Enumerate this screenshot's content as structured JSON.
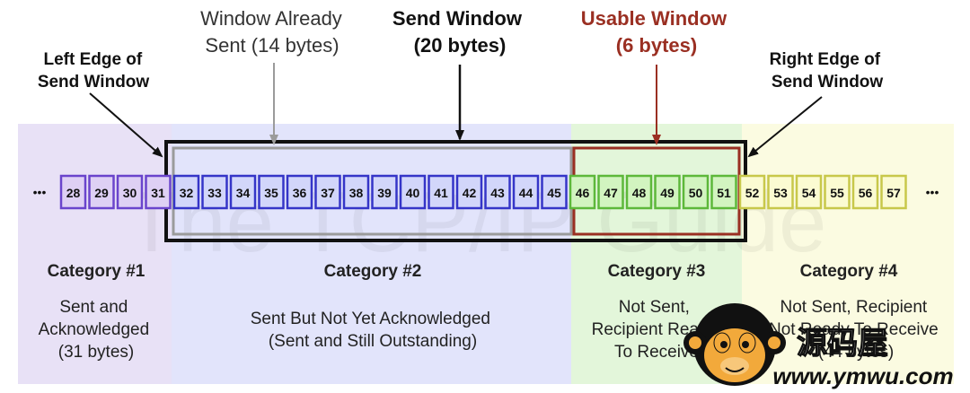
{
  "top_labels": {
    "left_edge": [
      "Left Edge of",
      "Send Window"
    ],
    "already_sent": [
      "Window Already",
      "Sent (14 bytes)"
    ],
    "send_window": [
      "Send Window",
      "(20 bytes)"
    ],
    "usable_window": [
      "Usable Window",
      "(6 bytes)"
    ],
    "right_edge": [
      "Right Edge of",
      "Send Window"
    ]
  },
  "ellipsis_left": "•••",
  "ellipsis_right": "•••",
  "bytes": [
    {
      "n": "28",
      "cat": 1
    },
    {
      "n": "29",
      "cat": 1
    },
    {
      "n": "30",
      "cat": 1
    },
    {
      "n": "31",
      "cat": 1
    },
    {
      "n": "32",
      "cat": 2
    },
    {
      "n": "33",
      "cat": 2
    },
    {
      "n": "34",
      "cat": 2
    },
    {
      "n": "35",
      "cat": 2
    },
    {
      "n": "36",
      "cat": 2
    },
    {
      "n": "37",
      "cat": 2
    },
    {
      "n": "38",
      "cat": 2
    },
    {
      "n": "39",
      "cat": 2
    },
    {
      "n": "40",
      "cat": 2
    },
    {
      "n": "41",
      "cat": 2
    },
    {
      "n": "42",
      "cat": 2
    },
    {
      "n": "43",
      "cat": 2
    },
    {
      "n": "44",
      "cat": 2
    },
    {
      "n": "45",
      "cat": 2
    },
    {
      "n": "46",
      "cat": 3
    },
    {
      "n": "47",
      "cat": 3
    },
    {
      "n": "48",
      "cat": 3
    },
    {
      "n": "49",
      "cat": 3
    },
    {
      "n": "50",
      "cat": 3
    },
    {
      "n": "51",
      "cat": 3
    },
    {
      "n": "52",
      "cat": 4
    },
    {
      "n": "53",
      "cat": 4
    },
    {
      "n": "54",
      "cat": 4
    },
    {
      "n": "55",
      "cat": 4
    },
    {
      "n": "56",
      "cat": 4
    },
    {
      "n": "57",
      "cat": 4
    }
  ],
  "categories": [
    {
      "title": "Category #1",
      "desc": [
        "Sent and",
        "Acknowledged",
        "(31 bytes)"
      ],
      "bg": "#e8e1f6",
      "cell_fill": "#ded0f4",
      "cell_border": "#6a44cc"
    },
    {
      "title": "Category #2",
      "desc": [
        "Sent But Not Yet Acknowledged",
        "(Sent and Still Outstanding)"
      ],
      "bg": "#e2e4fb",
      "cell_fill": "#d2d6fa",
      "cell_border": "#3535c8"
    },
    {
      "title": "Category #3",
      "desc": [
        "Not Sent,",
        "Recipient Ready",
        "To Receive"
      ],
      "bg": "#e3f6da",
      "cell_fill": "#d2f4c0",
      "cell_border": "#5db83a"
    },
    {
      "title": "Category #4",
      "desc": [
        "Not Sent, Recipient",
        "Not Ready To Receive",
        "(44 bytes)"
      ],
      "bg": "#fbfbe1",
      "cell_fill": "#fbfbd2",
      "cell_border": "#c8c84a"
    }
  ],
  "colors": {
    "send_window": "#111111",
    "already_sent": "#9b9b9b",
    "usable_window": "#9a2f22",
    "usable_label": "#9a2f22",
    "text": "#222222"
  },
  "watermark": {
    "text": "The TCP/IP Guide",
    "badge": "源码屋",
    "site": "www.ymwu.com",
    "icon": "monkey-face-icon"
  }
}
